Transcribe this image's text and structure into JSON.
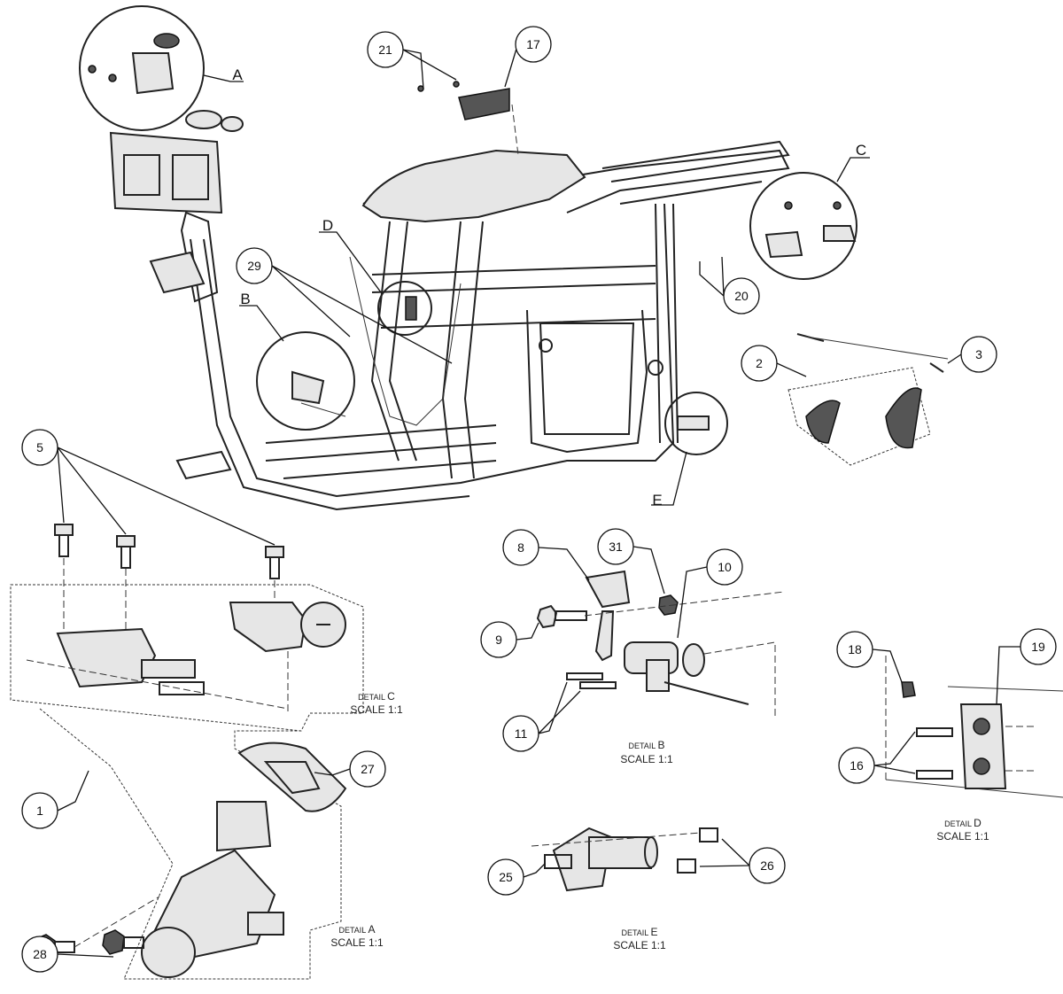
{
  "callouts": {
    "c21": "21",
    "c17": "17",
    "c29": "29",
    "c20": "20",
    "c2": "2",
    "c3": "3",
    "c5": "5",
    "c8": "8",
    "c31": "31",
    "c10": "10",
    "c9": "9",
    "c11": "11",
    "c18": "18",
    "c19": "19",
    "c16": "16",
    "c27": "27",
    "c1": "1",
    "c25": "25",
    "c26": "26",
    "c28": "28"
  },
  "detail_letters": {
    "a": "A",
    "b": "B",
    "c": "C",
    "d": "D",
    "e": "E"
  },
  "detail_labels": {
    "c": {
      "word": "DETAIL",
      "letter": "C",
      "scale": "SCALE 1:1"
    },
    "b": {
      "word": "DETAIL",
      "letter": "B",
      "scale": "SCALE 1:1"
    },
    "d": {
      "word": "DETAIL",
      "letter": "D",
      "scale": "SCALE 1:1"
    },
    "a": {
      "word": "DETAIL",
      "letter": "A",
      "scale": "SCALE 1:1"
    },
    "e": {
      "word": "DETAIL",
      "letter": "E",
      "scale": "SCALE 1:1"
    }
  }
}
